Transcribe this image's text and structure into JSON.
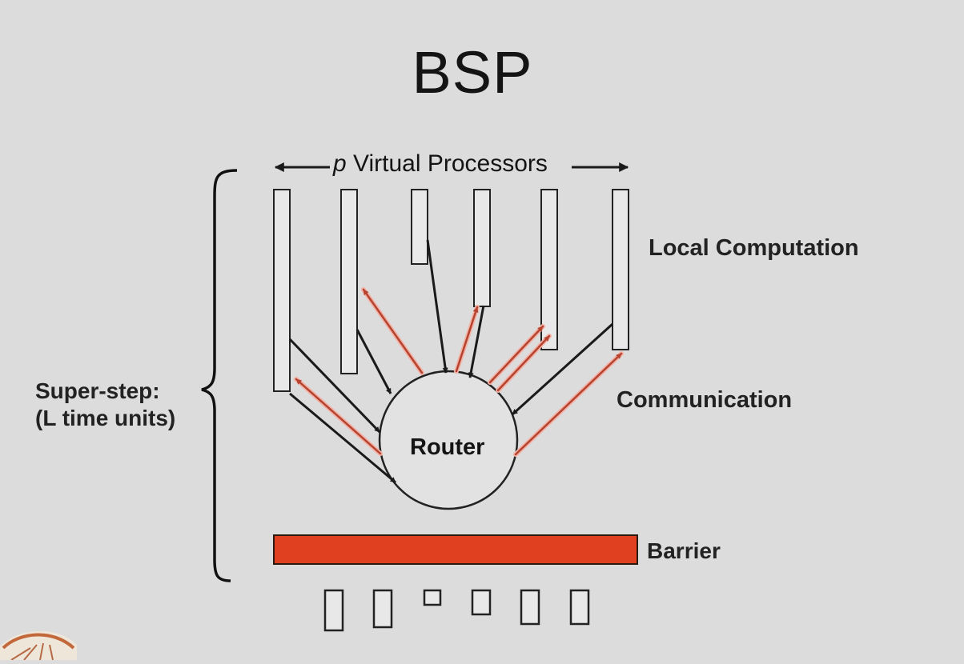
{
  "title": "BSP",
  "processors_prefix": "p",
  "processors_label": "Virtual Processors",
  "local_computation_label": "Local Computation",
  "communication_label": "Communication",
  "router_label": "Router",
  "barrier_label": "Barrier",
  "superstep_line1": "Super-step:",
  "superstep_line2": "(L time units)",
  "colors": {
    "background": "#dcdcdc",
    "barrier_fill": "#e0401f",
    "incoming_arrow": "#1a1a1a",
    "outgoing_arrow": "#b5432f",
    "outgoing_glow": "#f3b2a6"
  },
  "processor_count": 6
}
